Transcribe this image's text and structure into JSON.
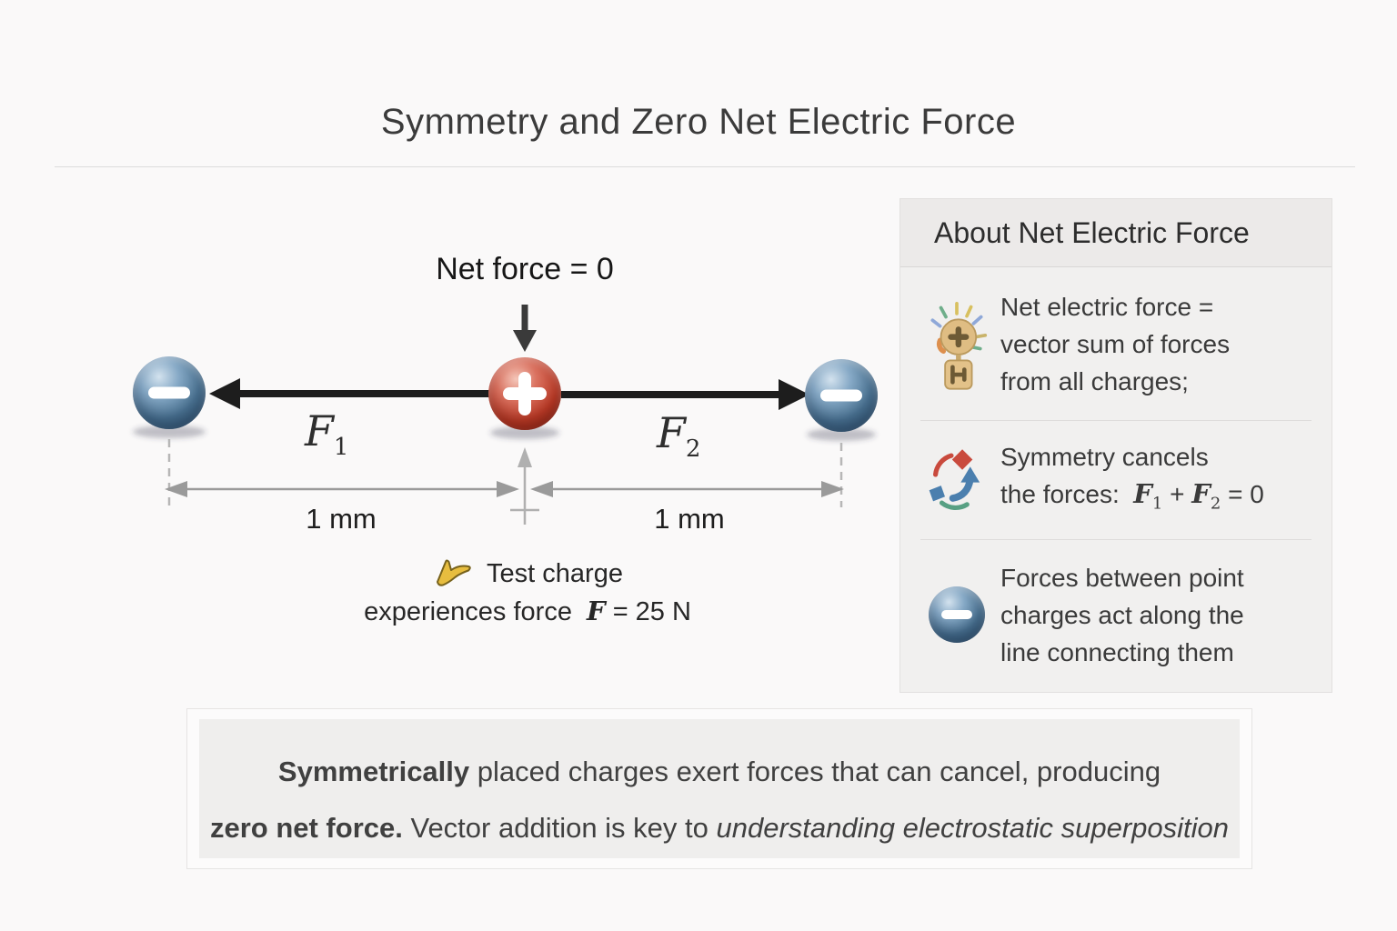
{
  "title": "Symmetry and Zero Net Electric Force",
  "diagram": {
    "net_force_label": "Net force = 0",
    "force1_symbol": "F",
    "force1_sub": "1",
    "force2_symbol": "F",
    "force2_sub": "2",
    "distance_left": "1 mm",
    "distance_right": "1 mm",
    "note_line1": "Test charge",
    "note_line2_text": "experiences force",
    "note_force_symbol": "F",
    "note_force_value": "= 25 N"
  },
  "sidebar": {
    "title": "About Net Electric Force",
    "item1_line1": "Net electric force =",
    "item1_line2": "vector sum of forces",
    "item1_line3": "from all charges;",
    "item2_line1": "Symmetry cancels",
    "item2_line2": "the forces:",
    "item2_f1": "F",
    "item2_s1": "1",
    "item2_plus": "+",
    "item2_f2": "F",
    "item2_s2": "2",
    "item2_eq": "= 0",
    "item3_line1": "Forces between point",
    "item3_line2": "charges act along the",
    "item3_line3": "line connecting them"
  },
  "caption": {
    "bold1": "Symmetrically",
    "text1": " placed charges exert forces that can cancel, producing",
    "bold2": "zero net force.",
    "text2": " Vector addition is key to ",
    "italic1": "understanding electrostatic superposition"
  },
  "icons": {
    "left_charge": "minus-icon",
    "center_charge": "plus-icon",
    "right_charge": "minus-icon",
    "note": "test-charge-pointer-icon",
    "sidebar_item1": "glowing-charge-icon",
    "sidebar_item2": "cycle-arrows-icon",
    "sidebar_item3": "negative-charge-icon"
  },
  "colors": {
    "positive_charge": "#ba3b27",
    "negative_charge": "#497190",
    "force_arrow": "#1d1d1d",
    "dimension_gray": "#9a9a9a",
    "background": "#faf9f9",
    "panel_bg": "#f1f0ef",
    "caption_bg": "#efeeed"
  }
}
